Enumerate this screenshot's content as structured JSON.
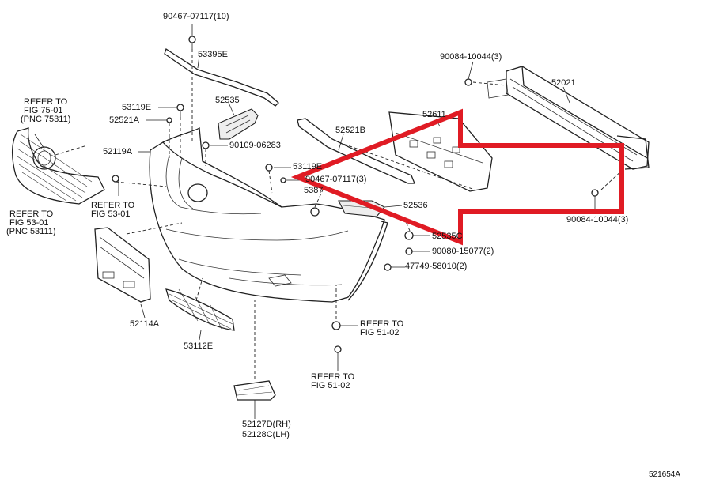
{
  "labels": {
    "p_90467_top": "90467-07117(10)",
    "p_53395E": "53395E",
    "p_90084_top": "90084-10044(3)",
    "p_52021": "52021",
    "p_53119E_a": "53119E",
    "p_52521A": "52521A",
    "p_52535": "52535",
    "p_52611": "52611",
    "p_52119A": "52119A",
    "p_90109": "90109-06283",
    "p_52521B": "52521B",
    "p_53119E_b": "53119E",
    "p_90467_mid": "90467-07117(3)",
    "p_5387": "5387",
    "p_52536": "52536",
    "p_52535C": "52535C",
    "p_90080": "90080-15077(2)",
    "p_47749": "47749-58010(2)",
    "p_90084_bot": "90084-10044(3)",
    "p_52114A": "52114A",
    "p_53112E": "53112E",
    "p_52127D": "52127D(RH)",
    "p_52128C": "52128C(LH)",
    "p_diagram_no": "521654A"
  },
  "refs": {
    "fig75": {
      "l1": "REFER TO",
      "l2": "FIG 75-01",
      "l3": "(PNC 75311)"
    },
    "fig53a": {
      "l1": "REFER TO",
      "l2": "FIG 53-01",
      "l3": "(PNC 53111)"
    },
    "fig53b": {
      "l1": "REFER TO",
      "l2": "FIG 53-01"
    },
    "fig51a": {
      "l1": "REFER TO",
      "l2": "FIG 51-02"
    },
    "fig51b": {
      "l1": "REFER TO",
      "l2": "FIG 51-02"
    }
  },
  "colors": {
    "arrow": "#e01b24",
    "line": "#222222"
  }
}
